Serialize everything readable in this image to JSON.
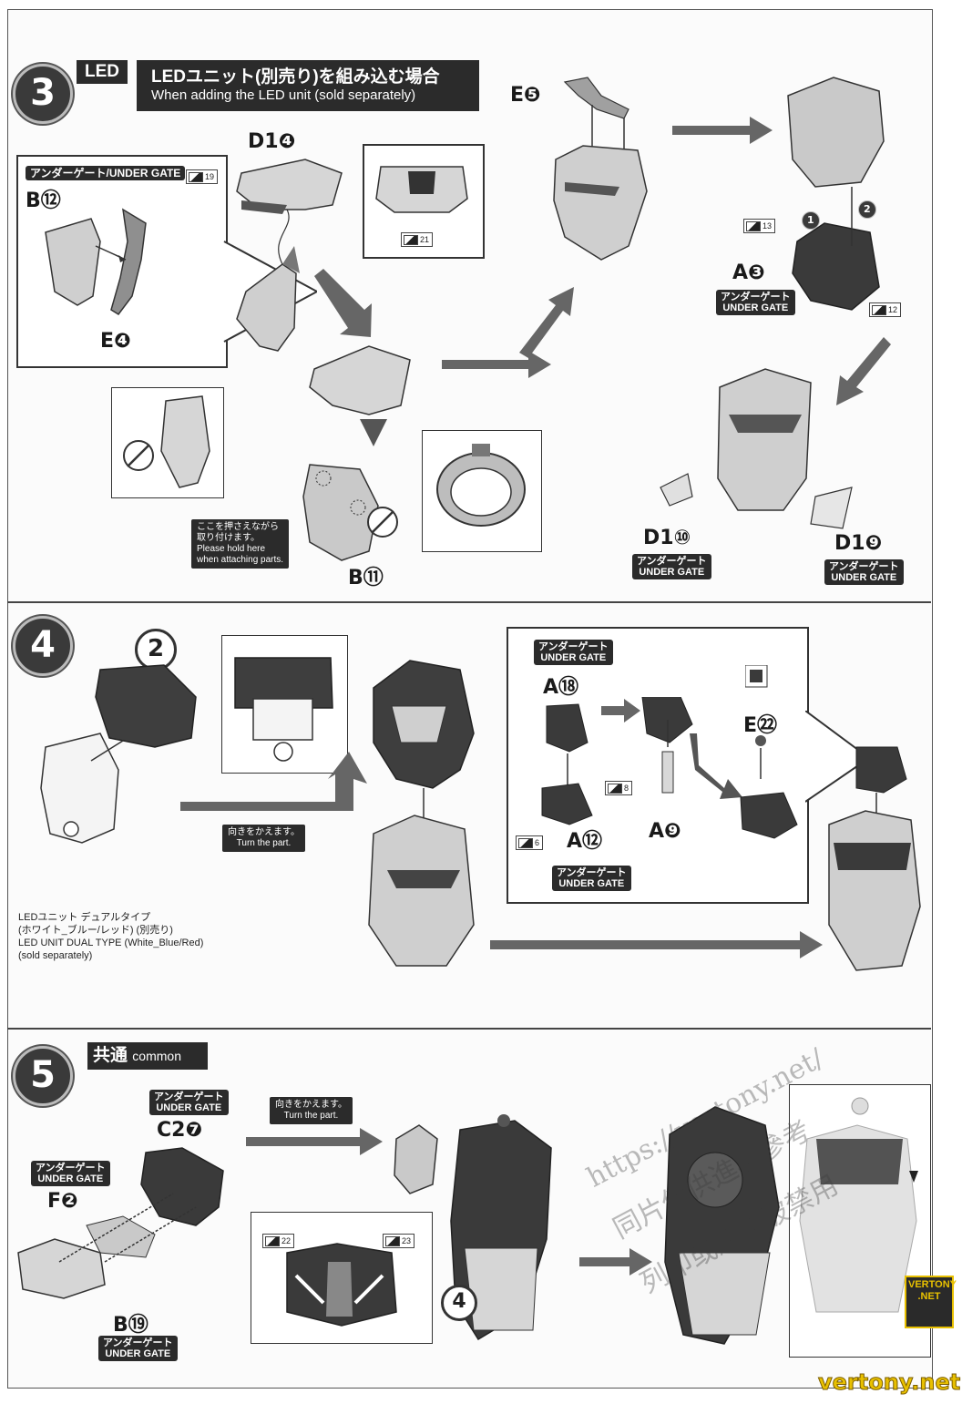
{
  "step3": {
    "number": "3",
    "led_tag": "LED",
    "title_jp": "LEDユニット(別売り)を組み込む場合",
    "title_en": "When adding the LED unit (sold separately)",
    "under_gate_header": "アンダーゲート/UNDER GATE",
    "parts": {
      "b12": "B⑫",
      "e4": "E❹",
      "d14": "D1❹",
      "e5": "E❺",
      "a3": "A❸",
      "b11": "B⑪",
      "d10": "D1⑩",
      "d9": "D1❾"
    },
    "refs": {
      "r19": "19",
      "r21": "21",
      "r13": "13",
      "r12": "12"
    },
    "order": {
      "one": "1",
      "two": "2"
    },
    "gate_jp": "アンダーゲート",
    "gate_en": "UNDER GATE",
    "hold_note_jp1": "ここを押さえながら",
    "hold_note_jp2": "取り付けます。",
    "hold_note_en1": "Please hold here",
    "hold_note_en2": "when attaching parts."
  },
  "step4": {
    "number": "4",
    "sub_number": "2",
    "turn_jp": "向きをかえます。",
    "turn_en": "Turn the part.",
    "led_caption_jp1": "LEDユニット デュアルタイプ",
    "led_caption_jp2": "(ホワイト_ブルー/レッド) (別売り)",
    "led_caption_en1": "LED UNIT DUAL TYPE (White_Blue/Red)",
    "led_caption_en2": "(sold separately)",
    "parts": {
      "a18": "A⑱",
      "a12": "A⑫",
      "a9": "A❾",
      "e22": "E㉒"
    },
    "refs": {
      "r8": "8",
      "r6": "6"
    },
    "gate_jp": "アンダーゲート",
    "gate_en": "UNDER GATE"
  },
  "step5": {
    "number": "5",
    "common_jp": "共通",
    "common_en": "common",
    "parts": {
      "c27": "C2❼",
      "f2": "F❷",
      "b19": "B⑲"
    },
    "refs": {
      "r22": "22",
      "r23": "23"
    },
    "sub_number": "4",
    "turn_jp": "向きをかえます。",
    "turn_en": "Turn the part.",
    "gate_jp": "アンダーゲート",
    "gate_en": "UNDER GATE"
  },
  "watermark": {
    "url": "https://vertony.net/",
    "line1": "同片僅供進模參考",
    "line2": "列印或販售被禁用"
  },
  "footer": {
    "site": "vertony.net",
    "badge1": "VERTONY",
    "badge2": ".NET"
  },
  "colors": {
    "dark": "#2b2b2b",
    "gray": "#8a8a8a",
    "light": "#d8d8d8",
    "accent": "#e8c000"
  }
}
